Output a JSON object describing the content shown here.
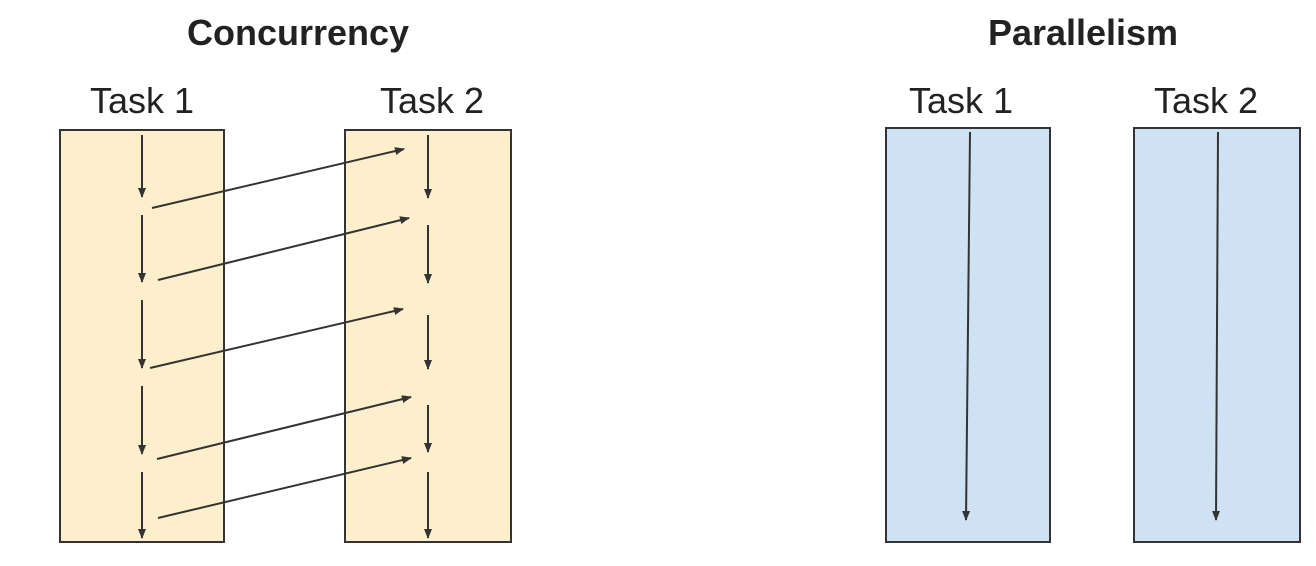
{
  "concurrency": {
    "title": "Concurrency",
    "task1_label": "Task 1",
    "task2_label": "Task 2",
    "fill_color": "#fdefcb"
  },
  "parallelism": {
    "title": "Parallelism",
    "task1_label": "Task 1",
    "task2_label": "Task 2",
    "fill_color": "#cfe2f3"
  },
  "colors": {
    "border": "#333333",
    "arrow": "#333333",
    "text": "#222222"
  }
}
